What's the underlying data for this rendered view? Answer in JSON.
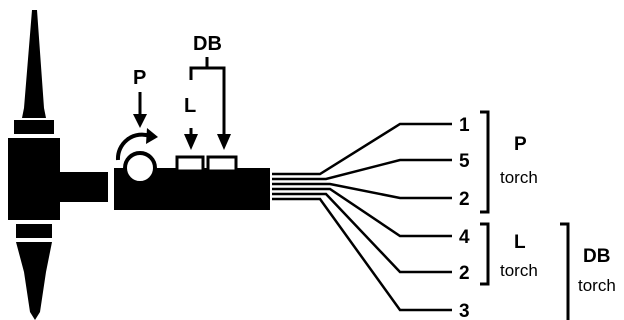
{
  "labels": {
    "P": "P",
    "DB": "DB",
    "L": "L"
  },
  "outputs": [
    "1",
    "5",
    "2",
    "4",
    "2",
    "3"
  ],
  "groups": [
    {
      "name": "P",
      "sub": "torch"
    },
    {
      "name": "L",
      "sub": "torch"
    },
    {
      "name": "DB",
      "sub": "torch"
    }
  ],
  "colors": {
    "ink": "#000000",
    "background": "#ffffff"
  }
}
